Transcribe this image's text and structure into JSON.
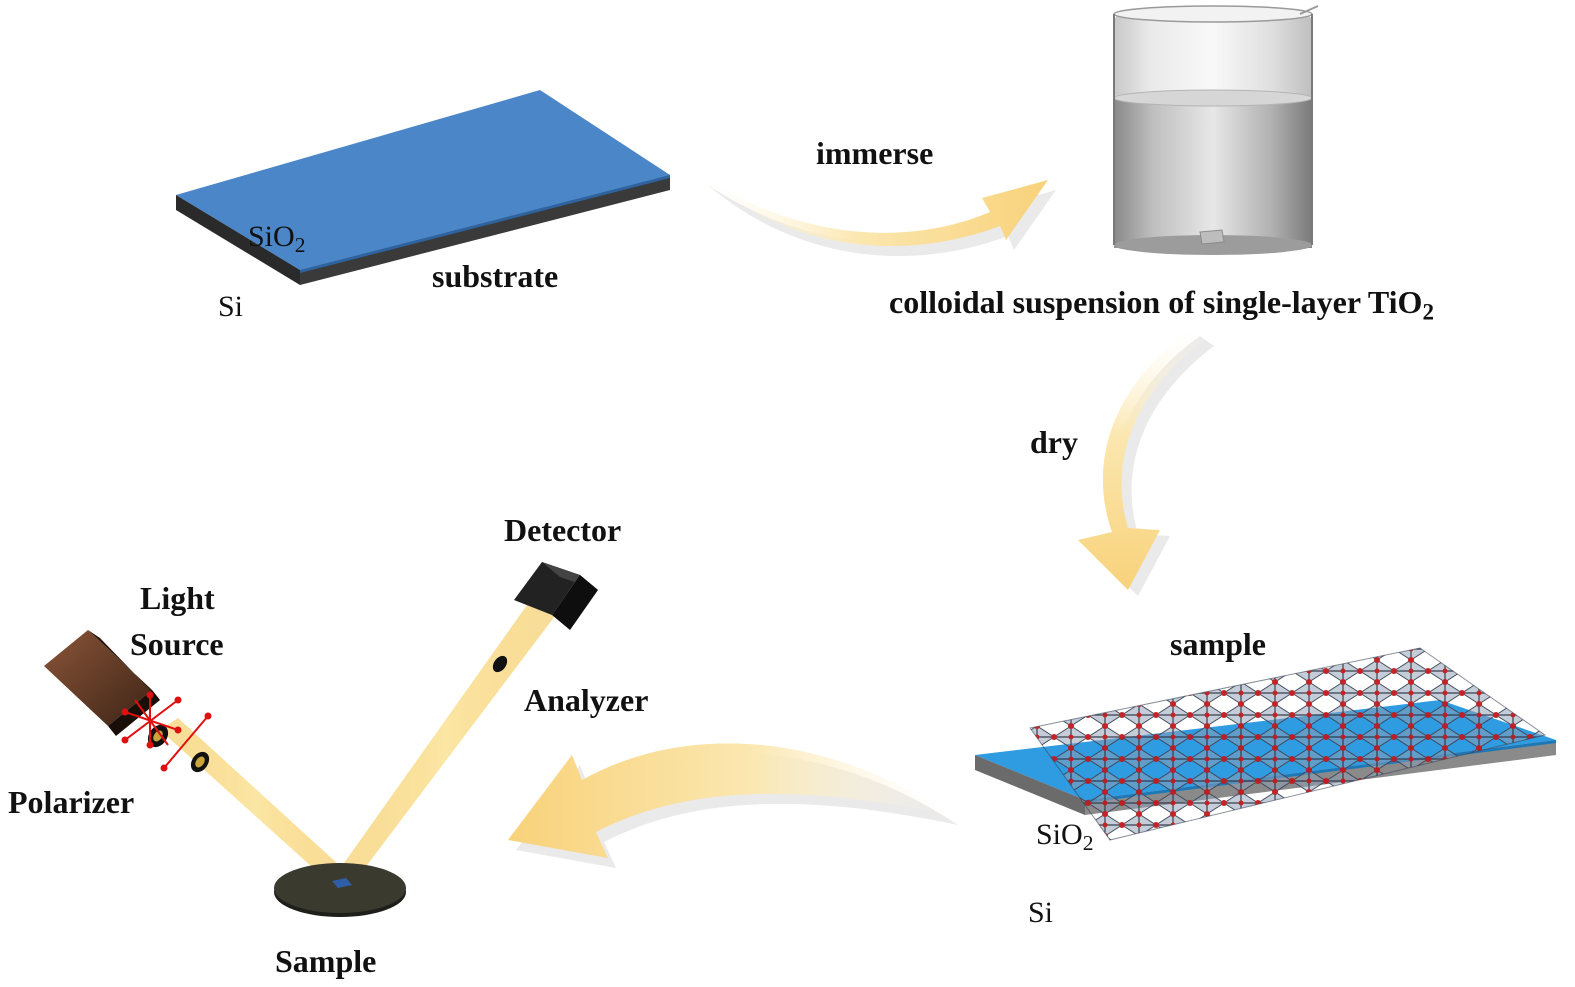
{
  "labels": {
    "substrate": "substrate",
    "sio2_top": {
      "main": "SiO",
      "sub": "2"
    },
    "si_top": "Si",
    "immerse": "immerse",
    "colloid": {
      "main": "colloidal suspension of single-layer TiO",
      "sub": "2"
    },
    "dry": "dry",
    "sample_right": "sample",
    "sio2_bottom": {
      "main": "SiO",
      "sub": "2"
    },
    "si_bottom": "Si",
    "detector": "Detector",
    "light_source_line1": "Light",
    "light_source_line2": "Source",
    "analyzer": "Analyzer",
    "polarizer": "Polarizer",
    "sample_left": "Sample"
  },
  "colors": {
    "sio2_layer": "#4a86c8",
    "sio2_layer_sample": "#2f9be0",
    "si_layer": "#2b2b2b",
    "arrow": "#f9d98a",
    "beam": "#f7c95a",
    "atom": "#c0181c",
    "polarization_arrow": "#e01010",
    "light_source": "#5a3320",
    "detector": "#1a1a1a"
  }
}
